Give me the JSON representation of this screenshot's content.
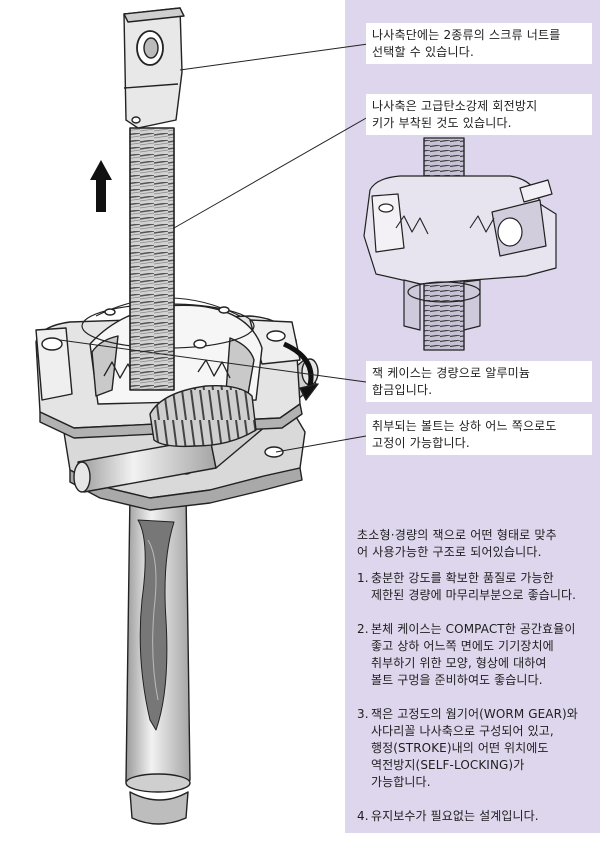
{
  "callouts": [
    {
      "text": "나사축단에는 2종류의 스크류 너트를\n선택할 수 있습니다."
    },
    {
      "text": "나사축은 고급탄소강제 회전방지\n키가 부착된 것도 있습니다."
    },
    {
      "text": "잭 케이스는 경량으로 알루미늄\n합금입니다."
    },
    {
      "text": "취부되는 볼트는 상하 어느 쪽으로도\n고정이 가능합니다."
    }
  ],
  "intro": "초소형·경량의 잭으로 어떤 형태로 맞추\n어 사용가능한 구조로 되어있습니다.",
  "features": [
    {
      "num": "1.",
      "text": "충분한 강도를 확보한 품질로 가능한\n제한된 경량에 마무리부분으로 좋습니다."
    },
    {
      "num": "2.",
      "text": "본체 케이스는 COMPACT한 공간효율이\n좋고 상하 어느쪽 면에도 기기장치에\n취부하기 위한 모양, 형상에 대하여\n볼트 구멍을 준비하여도 좋습니다."
    },
    {
      "num": "3.",
      "text": "잭은 고정도의 웜기어(WORM GEAR)와\n사다리꼴 나사축으로 구성되어 있고,\n행정(STROKE)내의 어떤 위치에도\n역전방지(SELF-LOCKING)가\n가능합니다."
    },
    {
      "num": "4.",
      "text": "유지보수가 필요없는 설계입니다."
    }
  ],
  "colors": {
    "panel": "#ddd6ec",
    "callout_bg": "#ffffff",
    "ink": "#1e1e1e"
  }
}
